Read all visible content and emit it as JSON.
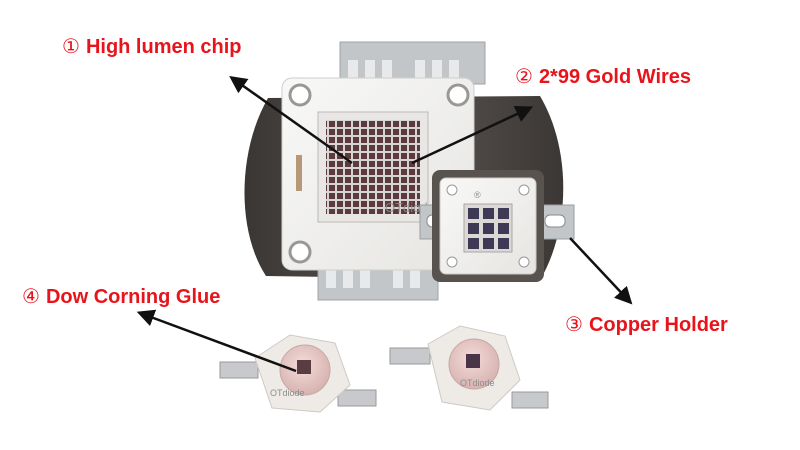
{
  "colors": {
    "callout_text": "#e8141c",
    "arrow": "#111111",
    "pcb_white": "#f3f3f1",
    "copper_plate": "#4a4644",
    "pin_silver": "#c9cbce",
    "chip_grid": "#5a3a3c",
    "chip_substrate": "#cfcac8",
    "lens_pink": "#e6c8c6"
  },
  "callouts": [
    {
      "num": "①",
      "text": "High lumen chip"
    },
    {
      "num": "②",
      "text": "2*99 Gold Wires"
    },
    {
      "num": "③",
      "text": "Copper Holder"
    },
    {
      "num": "④",
      "text": "Dow Corning Glue"
    }
  ],
  "watermarks": {
    "large_module": "OTdiode",
    "small_led_left": "OTdiode",
    "small_led_right": "OTdiode",
    "registered_mark": "®"
  },
  "icons": {
    "large_module": "cob-led-module-100w",
    "small_module": "cob-led-module-10w",
    "small_led": "power-led-emitter",
    "arrow": "arrow-pointer"
  }
}
